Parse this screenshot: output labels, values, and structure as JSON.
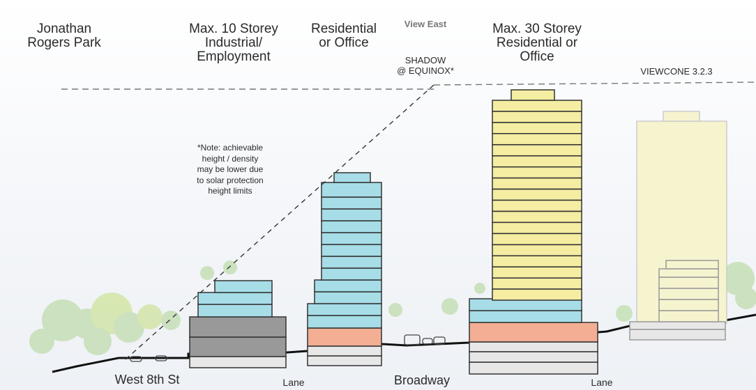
{
  "view_label": "View East",
  "labels": {
    "park": "Jonathan\nRogers Park",
    "industrial": "Max. 10 Storey\nIndustrial/\nEmployment",
    "residential_office": "Residential\nor Office",
    "tower": "Max. 30 Storey\nResidential or\nOffice",
    "shadow": "SHADOW\n@ EQUINOX*",
    "viewcone": "VIEWCONE 3.2.3",
    "note": "*Note: achievable\nheight / density\nmay be lower due\nto solar protection\nheight limits"
  },
  "streets": {
    "west8th": "West 8th St",
    "lane1": "Lane",
    "broadway": "Broadway",
    "lane2": "Lane"
  },
  "colors": {
    "blue": "#a6dde7",
    "grey": "#999999",
    "salmon": "#f3ae94",
    "lightgrey": "#e7e7e7",
    "yellow": "#f4eda2",
    "pale_yellow": "#f6f3cf",
    "trees": "#c6dfb6"
  }
}
